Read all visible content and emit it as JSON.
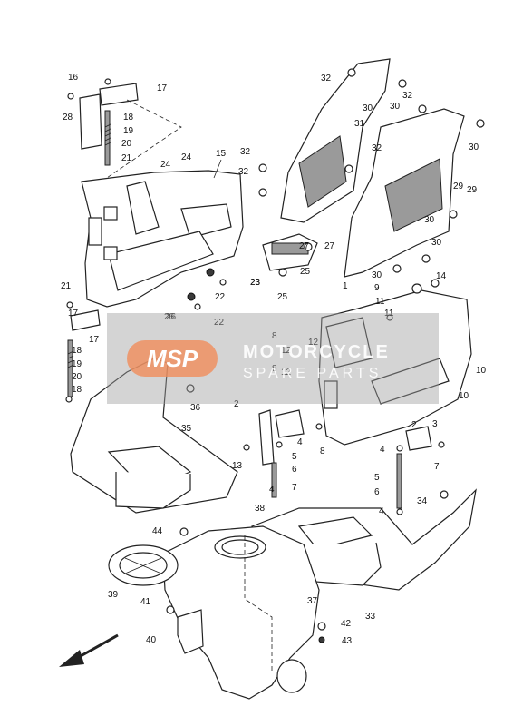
{
  "callouts": [
    "1",
    "2",
    "3",
    "4",
    "5",
    "6",
    "7",
    "8",
    "9",
    "10",
    "11",
    "12",
    "13",
    "14",
    "15",
    "16",
    "17",
    "18",
    "19",
    "20",
    "21",
    "22",
    "23",
    "24",
    "25",
    "26",
    "27",
    "28",
    "29",
    "30",
    "31",
    "32",
    "33",
    "34",
    "35",
    "36",
    "37",
    "38",
    "39",
    "40",
    "41",
    "42",
    "43",
    "44"
  ],
  "watermark": {
    "logo_text": "MSP",
    "line1": "MOTORCYCLE",
    "line2": "SPARE PARTS"
  }
}
